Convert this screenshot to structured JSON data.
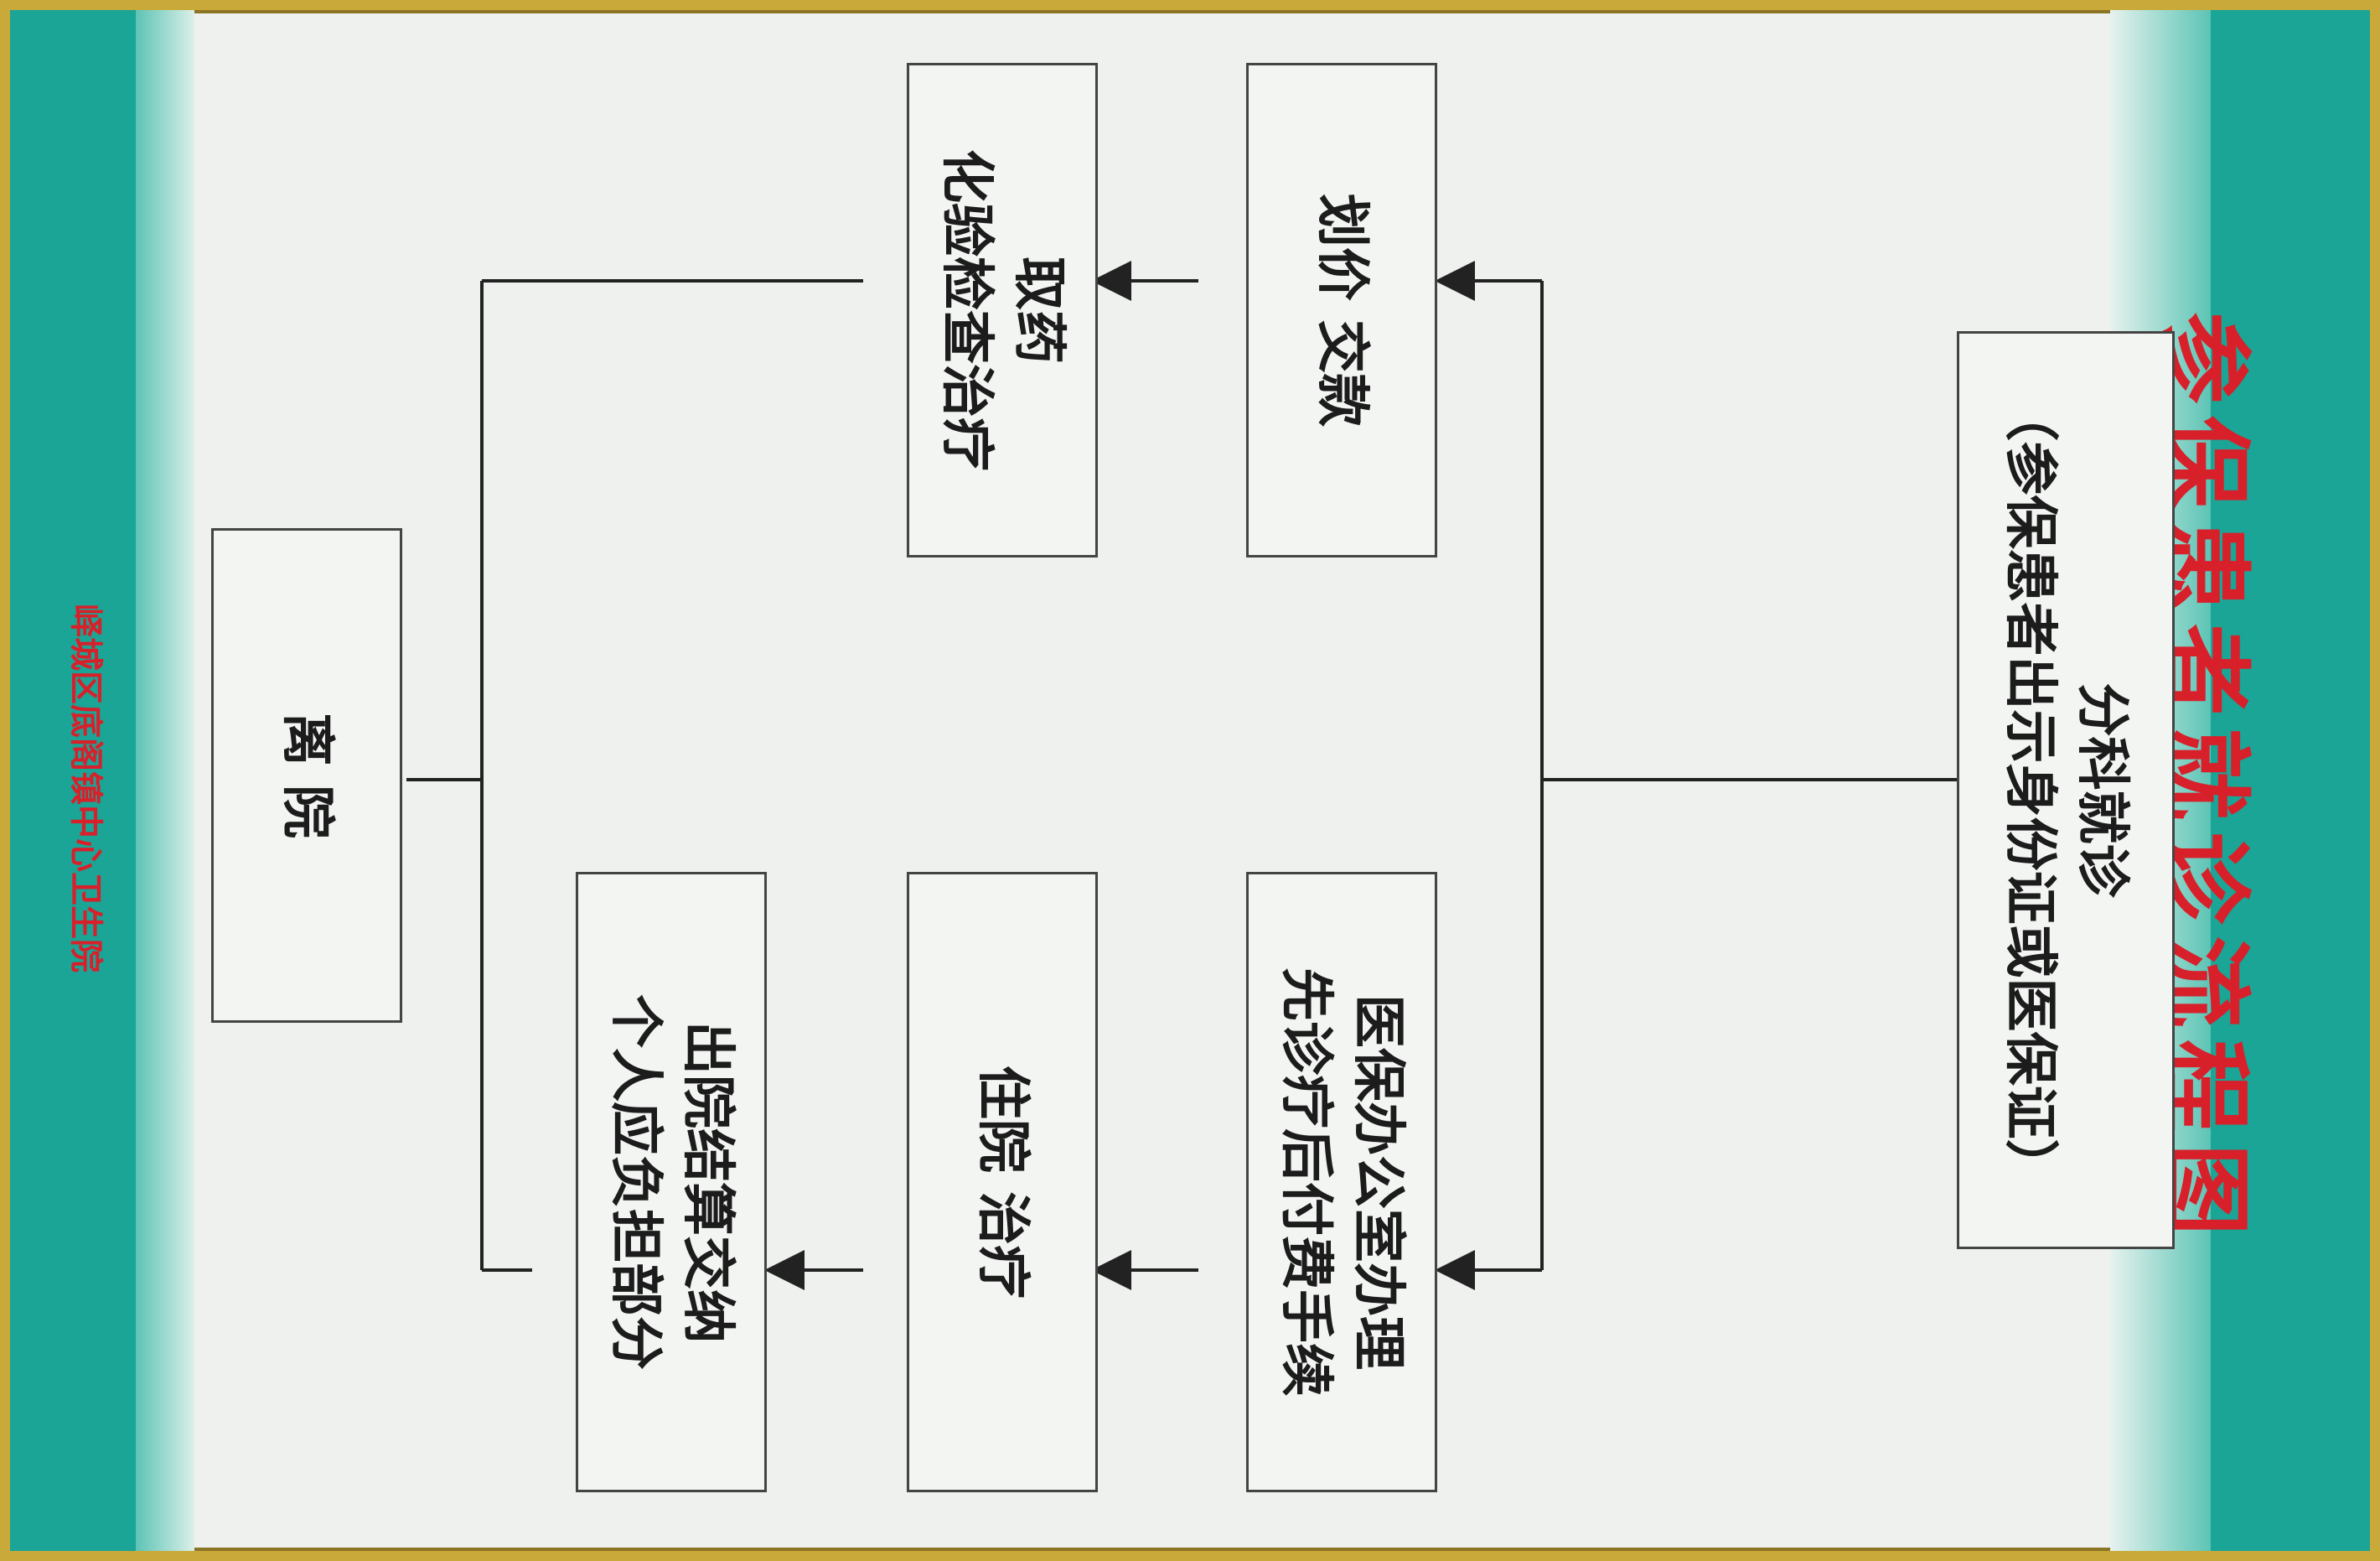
{
  "title": "参保患者就诊流程图",
  "nodes": {
    "start": {
      "line1": "分科就诊",
      "line2": "（参保患者出示身份证或医保证）"
    },
    "pay": {
      "line1": "划价  交款"
    },
    "medicine": {
      "line1": "取药",
      "line2": "化验检查治疗"
    },
    "insurance_office": {
      "line1": "医保办公室办理",
      "line2": "先诊疗后付费手续"
    },
    "hospitalize": {
      "line1": "住院    治疗"
    },
    "settlement": {
      "line1": "出院结算交纳",
      "line2": "个人应负担部分"
    },
    "leave": {
      "line1": "离  院"
    }
  },
  "footer": "峄城区底阁镇中心卫生院",
  "colors": {
    "title": "#d8202b",
    "band": "#1aa596",
    "frame": "#c9a93a"
  }
}
